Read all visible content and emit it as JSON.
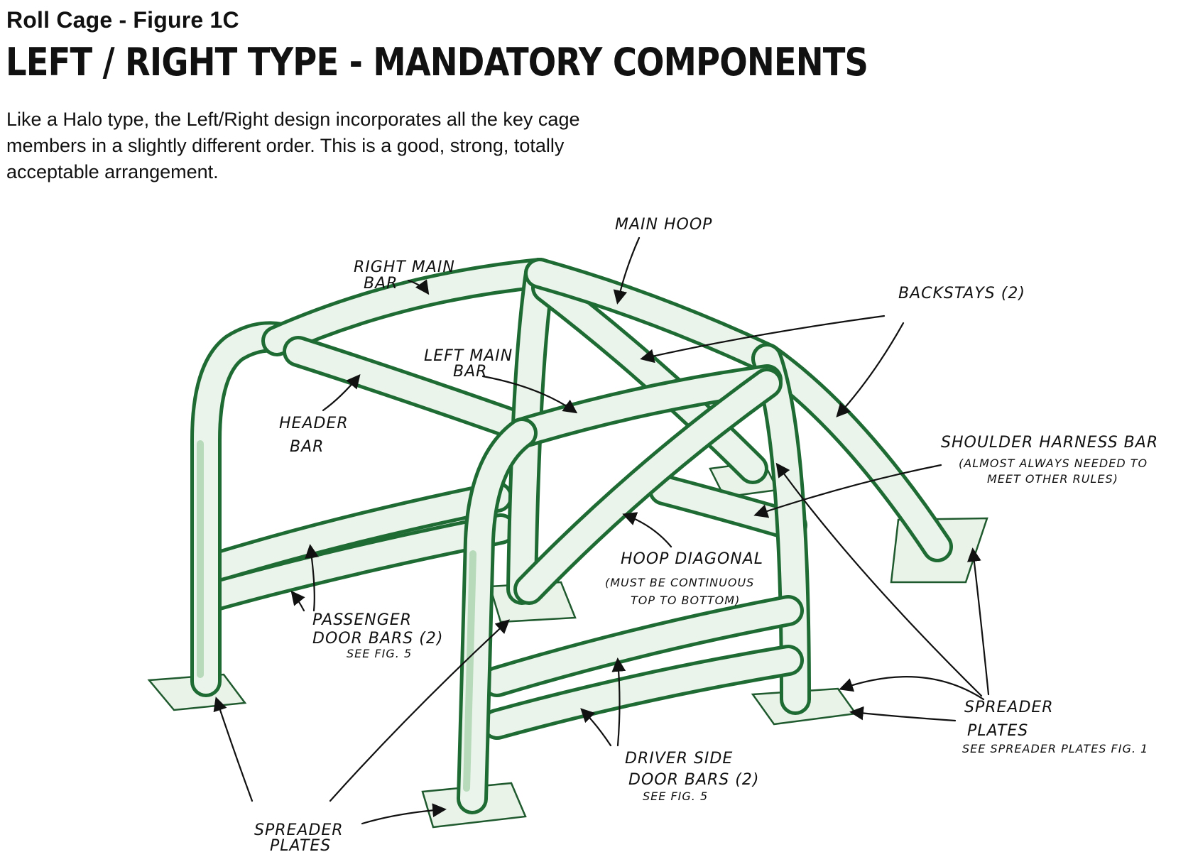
{
  "header": {
    "figure_label": "Roll Cage - Figure 1C",
    "title": "LEFT / RIGHT TYPE - MANDATORY COMPONENTS",
    "description_lines": [
      "Like a Halo type, the Left/Right design incorporates all the key cage",
      "members in a slightly different order. This is a good, strong, totally",
      "acceptable arrangement."
    ]
  },
  "colors": {
    "tube": "#1f6b34",
    "tube_fill": "#eaf4ea",
    "plate": "#e9f3e8"
  },
  "labels": {
    "main_hoop": "MAIN HOOP",
    "right_main_bar_1": "RIGHT MAIN",
    "right_main_bar_2": "BAR",
    "backstays": "BACKSTAYS (2)",
    "left_main_bar_1": "LEFT MAIN",
    "left_main_bar_2": "BAR",
    "header_bar_1": "HEADER",
    "header_bar_2": "BAR",
    "shoulder_harness_bar": "SHOULDER HARNESS BAR",
    "shoulder_note_1": "(ALMOST ALWAYS NEEDED TO",
    "shoulder_note_2": "MEET OTHER RULES)",
    "hoop_diagonal_1": "HOOP DIAGONAL",
    "hoop_diagonal_2": "(MUST BE CONTINUOUS",
    "hoop_diagonal_3": "TOP TO BOTTOM)",
    "passenger_1": "PASSENGER",
    "passenger_2": "DOOR BARS (2)",
    "passenger_3": "SEE FIG. 5",
    "spreader_right_1": "SPREADER",
    "spreader_right_2": "PLATES",
    "spreader_right_3": "SEE SPREADER PLATES FIG. 1",
    "driver_1": "DRIVER SIDE",
    "driver_2": "DOOR BARS (2)",
    "driver_3": "SEE FIG. 5",
    "spreader_left_1": "SPREADER",
    "spreader_left_2": "PLATES"
  }
}
